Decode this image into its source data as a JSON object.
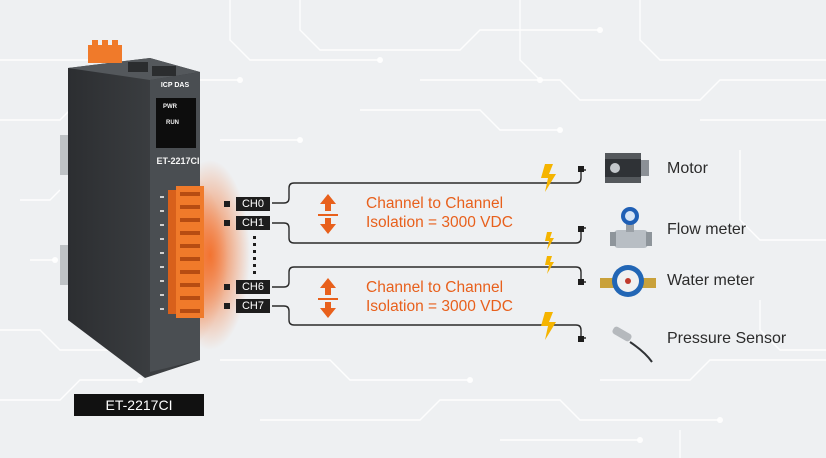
{
  "device": {
    "brand_logo": "ICP DAS",
    "model_label": "ET-2217CI",
    "caption": "ET-2217CI",
    "led_labels": [
      "PWR",
      "RUN"
    ]
  },
  "channels": [
    "CH0",
    "CH1",
    "CH6",
    "CH7"
  ],
  "isolation": [
    {
      "line1": "Channel to Channel",
      "line2": "Isolation = 3000 VDC"
    },
    {
      "line1": "Channel to Channel",
      "line2": "Isolation = 3000 VDC"
    }
  ],
  "sensors": [
    {
      "label": "Motor",
      "icon": "motor-icon"
    },
    {
      "label": "Flow meter",
      "icon": "flow-meter-icon"
    },
    {
      "label": "Water meter",
      "icon": "water-meter-icon"
    },
    {
      "label": "Pressure Sensor",
      "icon": "pressure-sensor-icon"
    }
  ],
  "colors": {
    "accent": "#e8601c",
    "device_body": "#3a3d40",
    "terminal": "#f07a2a",
    "bolt": "#f5b400",
    "caption_bg": "#111111"
  }
}
